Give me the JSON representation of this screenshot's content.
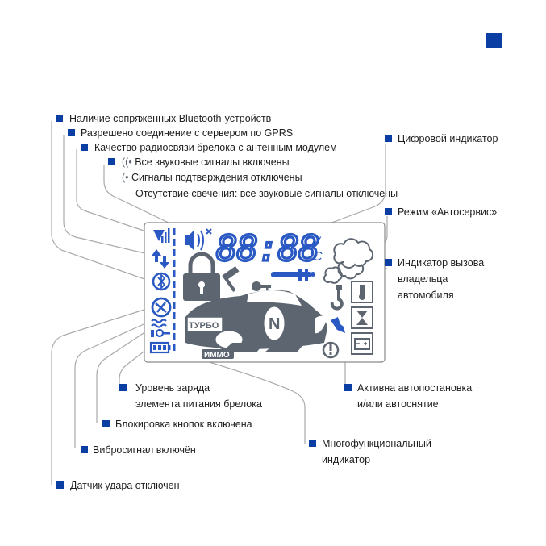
{
  "colors": {
    "marker": "#0b3ea2",
    "lcd_blue": "#2b59c3",
    "lcd_gray": "#5d6670",
    "leader_line": "#a9a9a9",
    "text": "#1e1e1e"
  },
  "corner_marker": "square",
  "display": {
    "digits": "88:88",
    "unit_v": "V",
    "unit_c": "C",
    "turbo": "ТУРБО",
    "immo": "ИММО",
    "car_letter": "N"
  },
  "labels": {
    "bluetooth": "Наличие сопряжённых Bluetooth-устройств",
    "gprs": "Разрешено соединение с сервером по GPRS",
    "radio_quality": "Качество радиосвязи брелока с антенным модулем",
    "sound_all": "Все звуковые сигналы включены",
    "sound_confirm_off": "Сигналы подтверждения отключены",
    "sound_none": "Отсутствие свечения: все звуковые сигналы отключены",
    "digital_indicator": "Цифровой индикатор",
    "autoservice": "Режим «Автосервис»",
    "owner_call": [
      "Индикатор вызова",
      "владельца",
      "автомобиля"
    ],
    "autostart": [
      "Активна автопостановка",
      "и/или автоснятие"
    ],
    "multifunction": [
      "Многофункциональный",
      "индикатор"
    ],
    "battery": [
      "Уровень заряда",
      "элемента питания брелока"
    ],
    "keylock": "Блокировка кнопок включена",
    "vibro": "Вибросигнал включён",
    "shock_off": "Датчик удара отключен"
  }
}
